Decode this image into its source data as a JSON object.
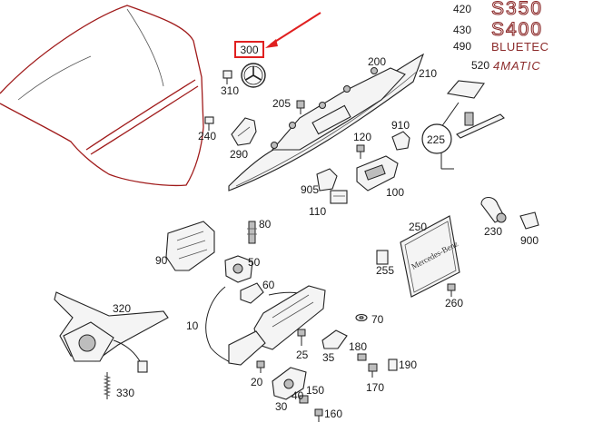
{
  "colors": {
    "outline_red": "#a01b1b",
    "callout_red": "#e02020",
    "emblem_red": "#8c2b2b",
    "ink": "#1a1a1a"
  },
  "callout": {
    "highlighted_part": "300"
  },
  "model_badges": [
    {
      "code": "420",
      "badge": "S350"
    },
    {
      "code": "430",
      "badge": "S400"
    },
    {
      "code": "490",
      "badge": "BLUETEC"
    },
    {
      "code": "520",
      "badge": "4MATIC"
    }
  ],
  "plate_text": "Mercedes-Benz",
  "part_numbers": {
    "p10": "10",
    "p20": "20",
    "p25": "25",
    "p30": "30",
    "p35": "35",
    "p40": "40",
    "p50": "50",
    "p60": "60",
    "p70": "70",
    "p80": "80",
    "p90": "90",
    "p100": "100",
    "p110": "110",
    "p120": "120",
    "p150": "150",
    "p160": "160",
    "p170": "170",
    "p180": "180",
    "p190": "190",
    "p200": "200",
    "p205": "205",
    "p210": "210",
    "p225": "225",
    "p230": "230",
    "p240": "240",
    "p250": "250",
    "p255": "255",
    "p260": "260",
    "p290": "290",
    "p310": "310",
    "p320": "320",
    "p330": "330",
    "p900": "900",
    "p905": "905",
    "p910": "910"
  }
}
